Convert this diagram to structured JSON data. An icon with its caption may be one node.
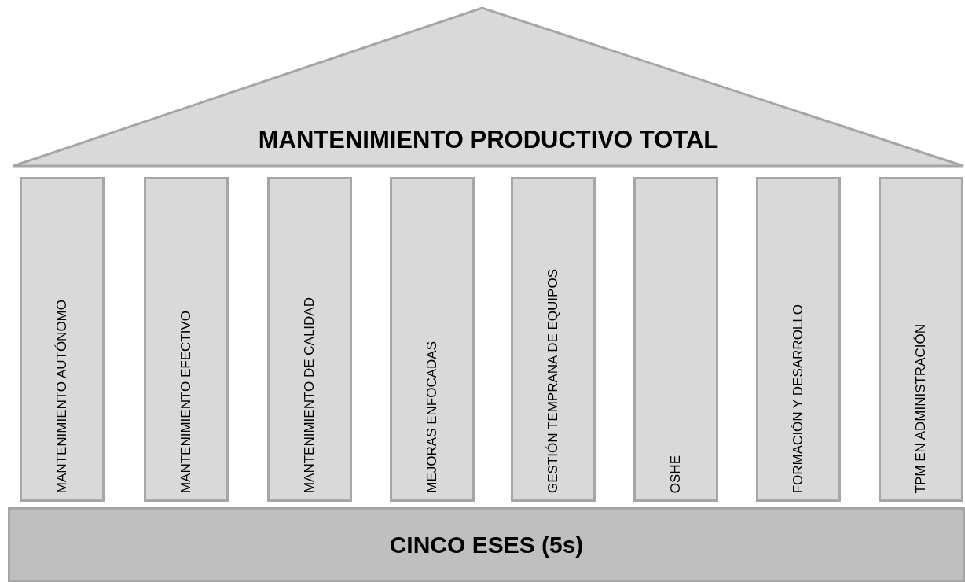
{
  "diagram": {
    "nodes": [
      {
        "text": [
          "MANTENIMIENTO PRODUCTIVO TOTAL"
        ]
      },
      {
        "text": [
          "MANTENIMIENTO AUTÓNOMO"
        ]
      },
      {
        "text": [
          "MANTENIMIENTO EFECTIVO"
        ]
      },
      {
        "text": [
          "MANTENIMIENTO DE CALIDAD"
        ]
      },
      {
        "text": [
          "MEJORAS ENFOCADAS"
        ]
      },
      {
        "text": [
          "GESTIÓN TEMPRANA DE EQUIPOS"
        ]
      },
      {
        "text": [
          "OSHE"
        ]
      },
      {
        "text": [
          "FORMACIÓN Y DESARROLLO"
        ]
      },
      {
        "text": [
          "TPM EN ADMINISTRACIÓN"
        ]
      },
      {
        "text": [
          "CINCO ESES (5s)"
        ]
      }
    ]
  }
}
